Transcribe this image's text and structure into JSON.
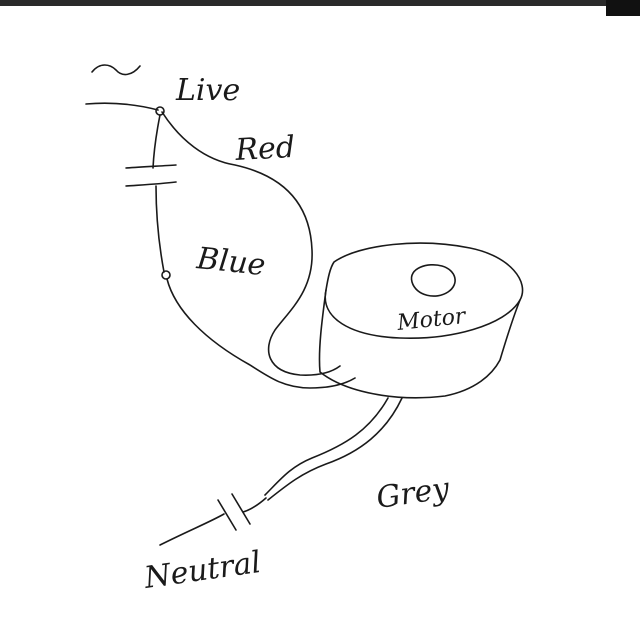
{
  "labels": {
    "live": "Live",
    "red": "Red",
    "blue": "Blue",
    "motor": "Motor",
    "grey": "Grey",
    "neutral": "Neutral"
  },
  "icons": {
    "ac_symbol": "tilde-icon",
    "capacitor_top": "capacitor-icon",
    "capacitor_bottom": "capacitor-icon",
    "motor_body": "motor-icon"
  },
  "colors": {
    "ink": "#1a1a1a",
    "paper": "#ffffff"
  }
}
